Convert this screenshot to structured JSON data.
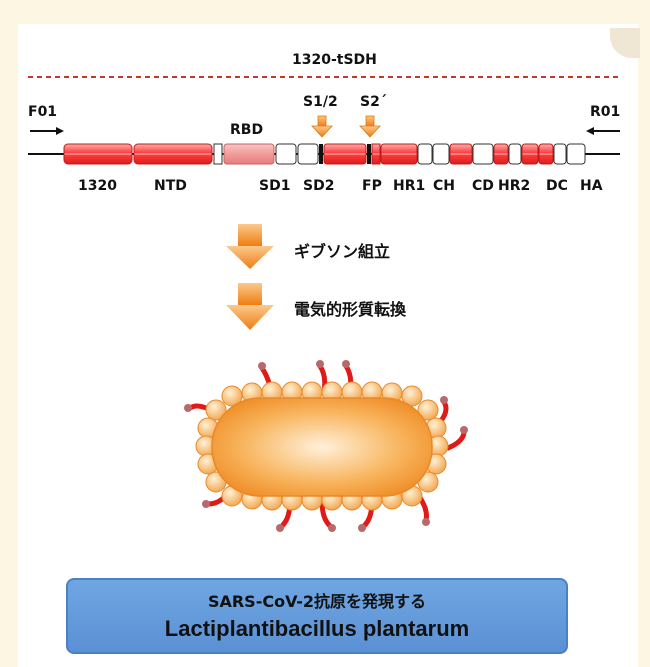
{
  "construct": {
    "title": "1320-tSDH",
    "left_primer": "F01",
    "right_primer": "R01",
    "rbd_label": "RBD",
    "cleavage_sites": [
      "S1/2",
      "S2´"
    ],
    "domain_labels": [
      "1320",
      "NTD",
      "SD1",
      "SD2",
      "FP",
      "HR1",
      "CH",
      "CD",
      "HR2",
      "DC",
      "HA"
    ]
  },
  "steps": [
    {
      "label": "ギブソン組立",
      "icon": "down-arrow-icon"
    },
    {
      "label": "電気的形質転換",
      "icon": "down-arrow-icon"
    }
  ],
  "result_box": {
    "line1": "SARS-CoV-2抗原を発現する",
    "line2": "Lactiplantibacillus plantarum"
  },
  "colors": {
    "segment_red": "#e8202a",
    "arrow_orange": "#f08a1c",
    "dashed_line": "#c0392b",
    "bacterium": "#f5a642",
    "box_blue": "#5b91d4"
  }
}
